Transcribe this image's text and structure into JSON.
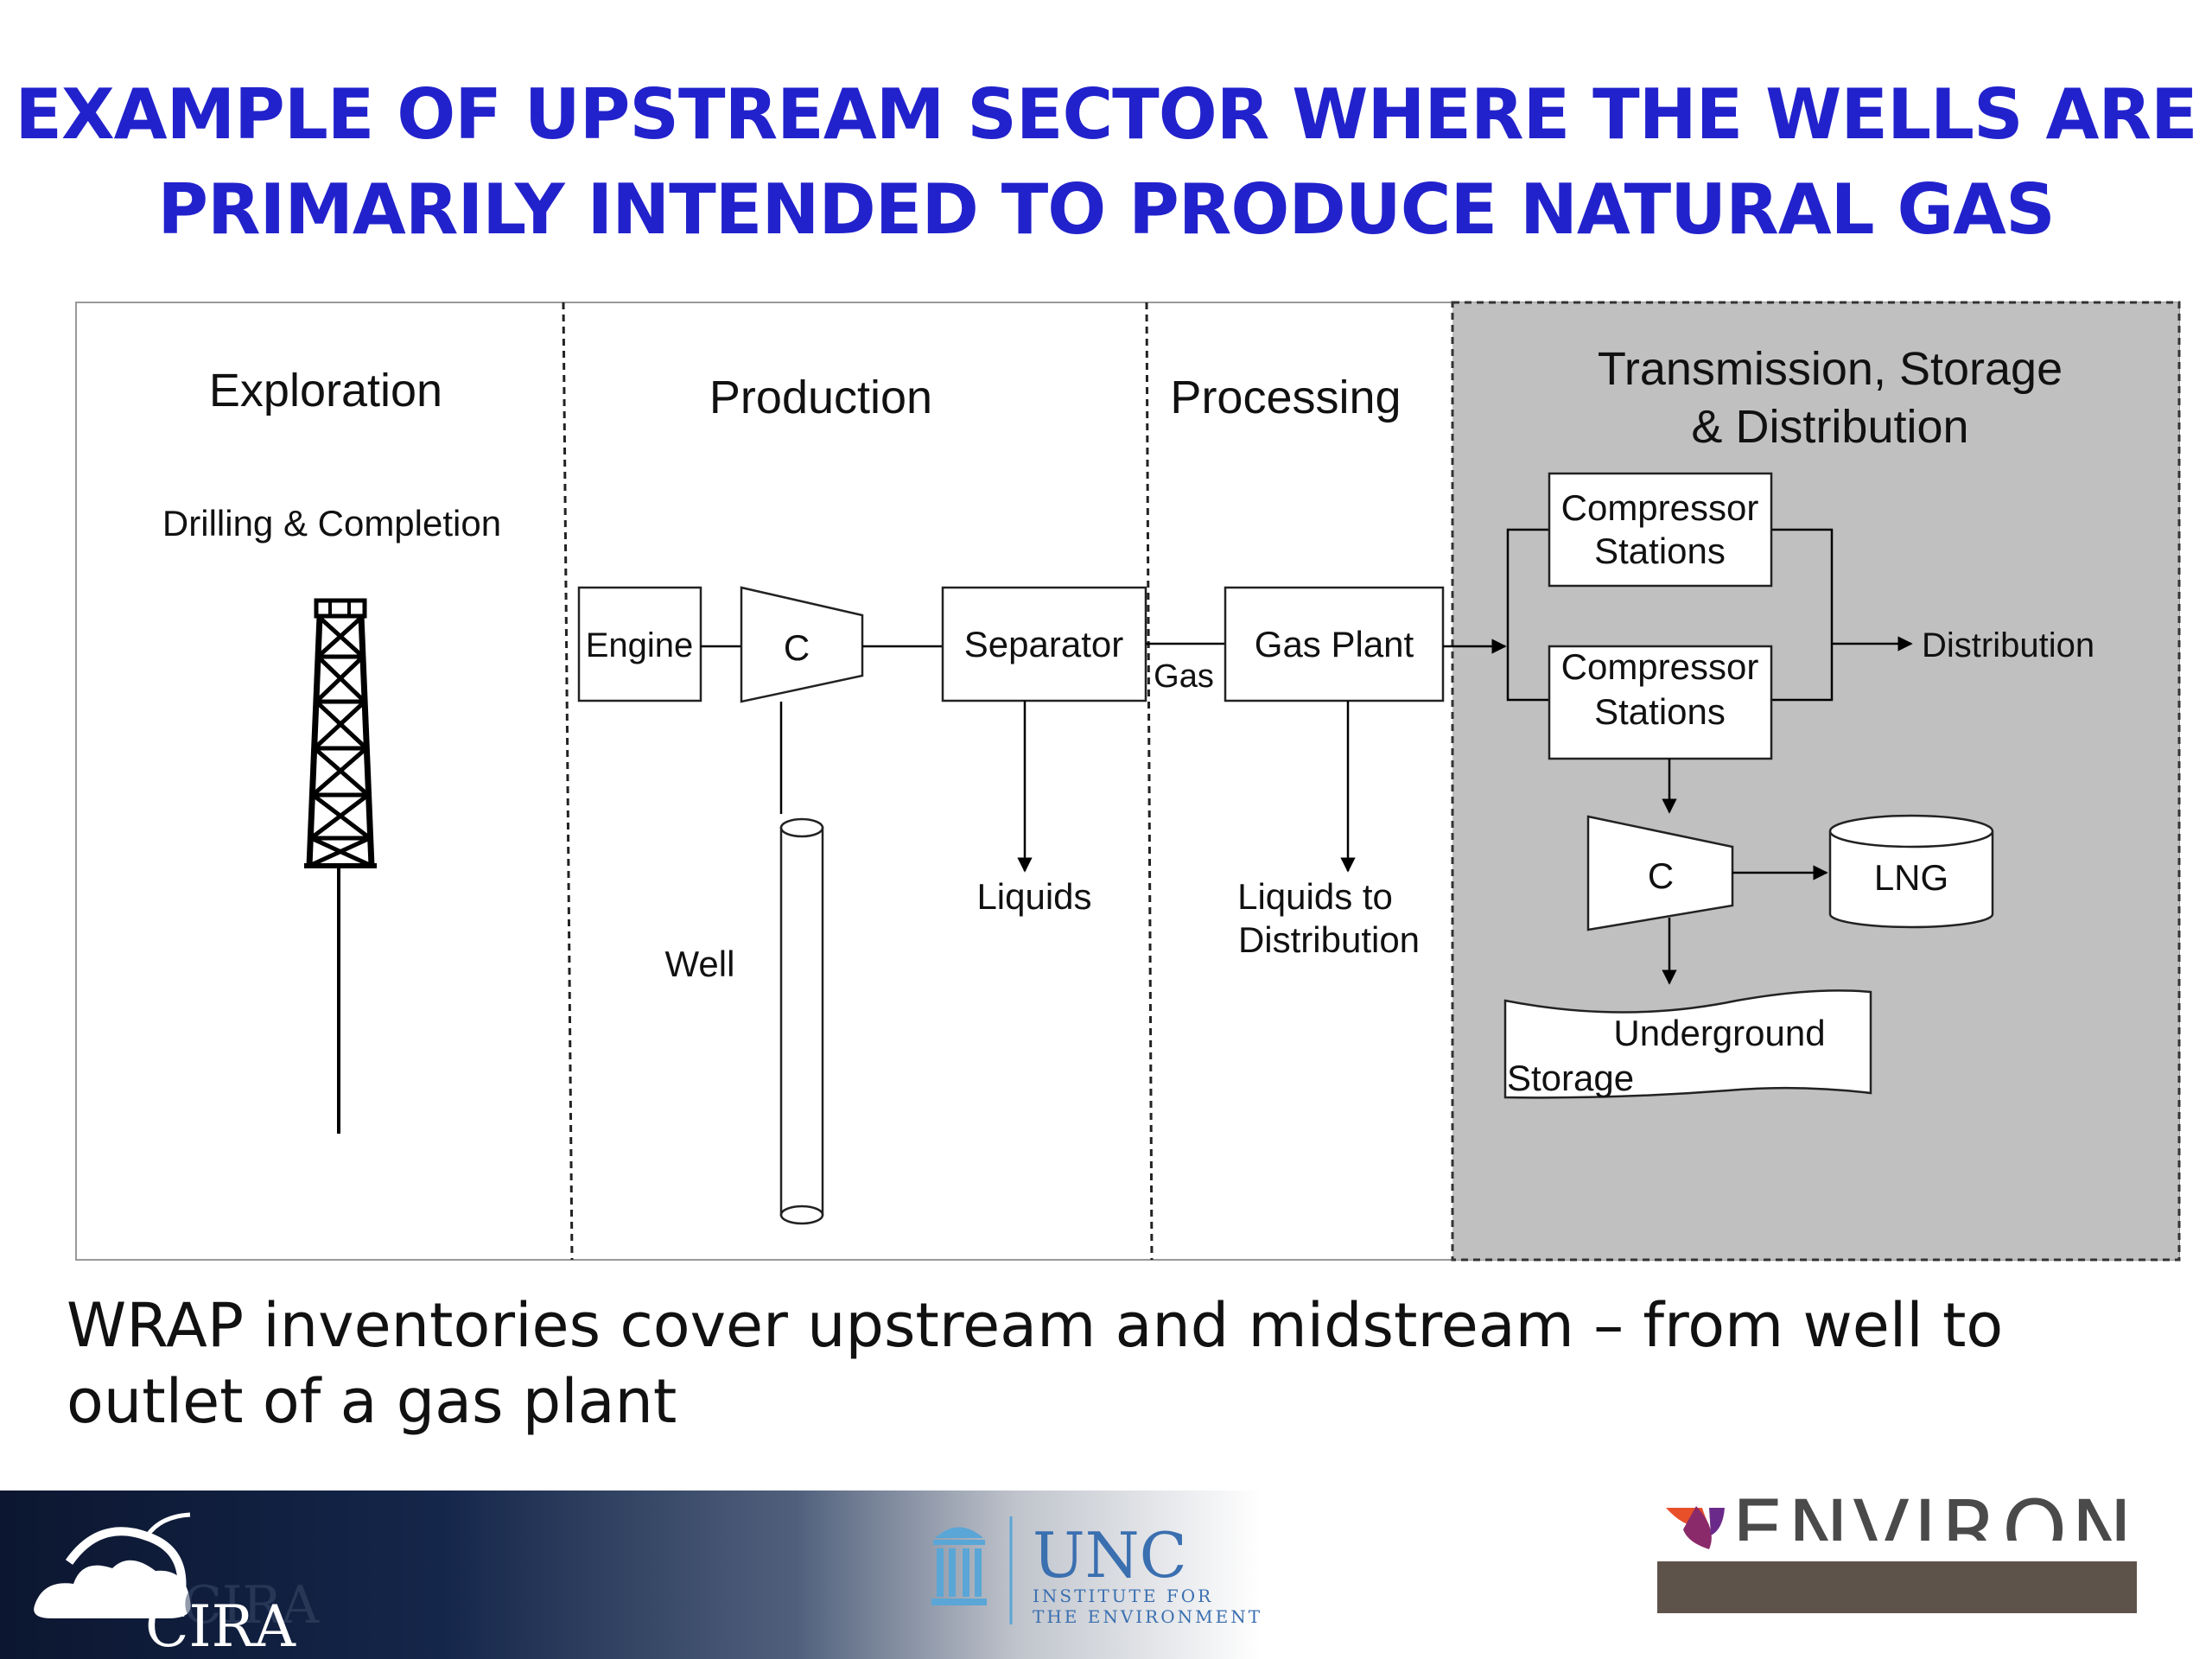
{
  "title": {
    "line1": "EXAMPLE OF UPSTREAM SECTOR WHERE THE WELLS ARE",
    "line2": "PRIMARILY INTENDED TO PRODUCE NATURAL GAS"
  },
  "diagram": {
    "sections": {
      "exploration": "Exploration",
      "production": "Production",
      "processing": "Processing",
      "transmission_line1": "Transmission, Storage",
      "transmission_line2": "& Distribution"
    },
    "drilling_label": "Drilling & Completion",
    "engine": "Engine",
    "compressor": "C",
    "separator": "Separator",
    "well": "Well",
    "liquids": "Liquids",
    "gas": "Gas",
    "gas_plant": "Gas Plant",
    "liquids_to_distribution_line1": "Liquids to",
    "liquids_to_distribution_line2": "Distribution",
    "compressor_stations_line1": "Compressor",
    "compressor_stations_line2": "Stations",
    "distribution": "Distribution",
    "lng_compressor": "C",
    "lng": "LNG",
    "underground_line1": "Underground",
    "underground_line2": "Storage"
  },
  "subtitle": {
    "line1": "WRAP inventories cover upstream and midstream – from well to",
    "line2": "outlet of a gas plant"
  },
  "footer": {
    "cira": "CIRA",
    "unc": "UNC",
    "unc_sub1": "INSTITUTE FOR",
    "unc_sub2": "THE ENVIRONMENT",
    "environ": "ENVIRON"
  },
  "colors": {
    "title": "#2222cc",
    "shaded_panel": "#c0c0c0",
    "unc_blue": "#3a6fb0",
    "environ_bar": "#5e534b"
  },
  "icons": [
    "derrick-icon",
    "cira-logo",
    "unc-old-well-icon",
    "environ-logo"
  ]
}
